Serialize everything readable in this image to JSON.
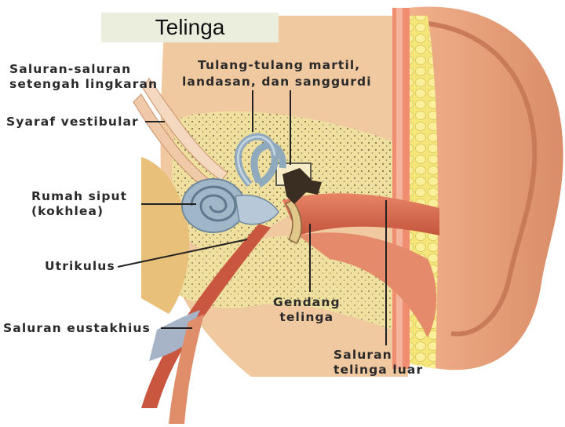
{
  "title": "Telinga",
  "labels": {
    "semicircular_line1": "Saluran-saluran",
    "semicircular_line2": "setengah lingkaran",
    "ossicles_line1": "Tulang-tulang martil,",
    "ossicles_line2": "landasan, dan sanggurdi",
    "vestibular_nerve": "Syaraf vestibular",
    "cochlea_line1": "Rumah siput",
    "cochlea_line2": "(kokhlea)",
    "utricle": "Utrikulus",
    "eustachian": "Saluran eustakhius",
    "eardrum_line1": "Gendang",
    "eardrum_line2": "telinga",
    "outer_canal_line1": "Saluran",
    "outer_canal_line2": "telinga luar"
  },
  "colors": {
    "skin": "#e9a57f",
    "skin_dark": "#c97a58",
    "bone": "#efe0a0",
    "bone_dots": "#6b5a3a",
    "fat": "#f5e67a",
    "canal": "#d96a4c",
    "cochlea": "#9fb7c9",
    "nerve": "#f0c9a8",
    "title_bg": "#eceedd"
  }
}
